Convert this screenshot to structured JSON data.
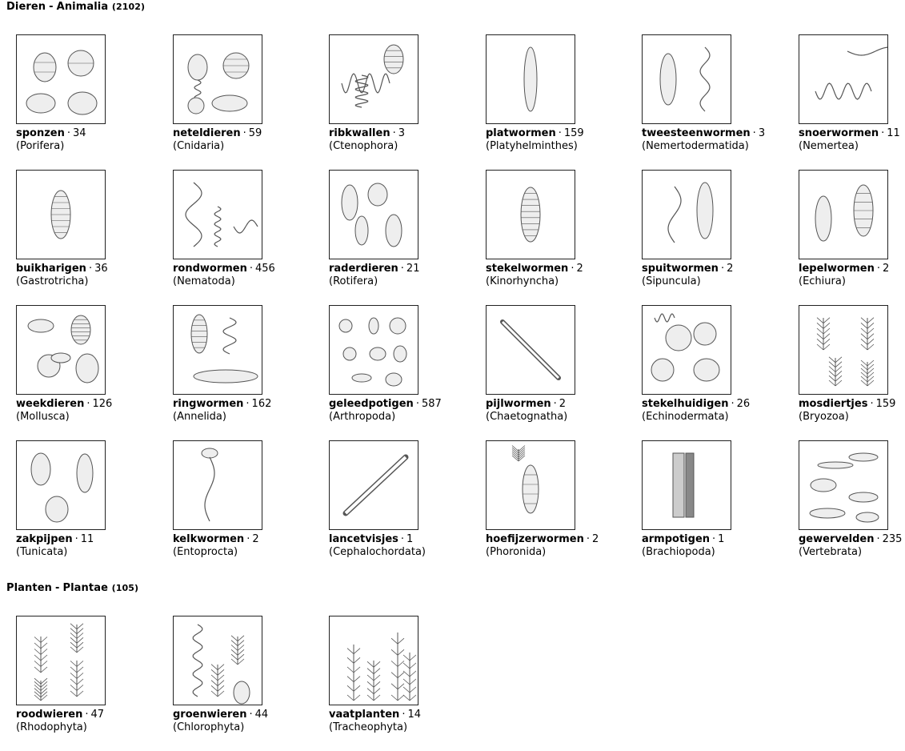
{
  "sections": [
    {
      "id": "animalia",
      "title_nl": "Dieren",
      "separator": "-",
      "title_latin": "Animalia",
      "count": "(2102)",
      "items": [
        {
          "name": "sponzen",
          "count": "34",
          "sci": "(Porifera)",
          "icon": "sponges-illustration"
        },
        {
          "name": "neteldieren",
          "count": "59",
          "sci": "(Cnidaria)",
          "icon": "cnidaria-illustration"
        },
        {
          "name": "ribkwallen",
          "count": "3",
          "sci": "(Ctenophora)",
          "icon": "comb-jelly-illustration"
        },
        {
          "name": "platwormen",
          "count": "159",
          "sci": "(Platyhelminthes)",
          "icon": "flatworm-illustration"
        },
        {
          "name": "tweesteenwormen",
          "count": "3",
          "sci": "(Nemertodermatida)",
          "icon": "nemertodermatida-illustration"
        },
        {
          "name": "snoerwormen",
          "count": "11",
          "sci": "(Nemertea)",
          "icon": "ribbon-worm-illustration"
        },
        {
          "name": "buikharigen",
          "count": "36",
          "sci": "(Gastrotricha)",
          "icon": "gastrotrich-illustration"
        },
        {
          "name": "rondwormen",
          "count": "456",
          "sci": "(Nematoda)",
          "icon": "roundworm-illustration"
        },
        {
          "name": "raderdieren",
          "count": "21",
          "sci": "(Rotifera)",
          "icon": "rotifer-illustration"
        },
        {
          "name": "stekelwormen",
          "count": "2",
          "sci": "(Kinorhyncha)",
          "icon": "kinorhynch-illustration"
        },
        {
          "name": "spuitwormen",
          "count": "2",
          "sci": "(Sipuncula)",
          "icon": "peanut-worm-illustration"
        },
        {
          "name": "lepelwormen",
          "count": "2",
          "sci": "(Echiura)",
          "icon": "spoon-worm-illustration"
        },
        {
          "name": "weekdieren",
          "count": "126",
          "sci": "(Mollusca)",
          "icon": "mollusc-illustration"
        },
        {
          "name": "ringwormen",
          "count": "162",
          "sci": "(Annelida)",
          "icon": "annelid-illustration"
        },
        {
          "name": "geleedpotigen",
          "count": "587",
          "sci": "(Arthropoda)",
          "icon": "arthropod-illustration"
        },
        {
          "name": "pijlwormen",
          "count": "2",
          "sci": "(Chaetognatha)",
          "icon": "arrow-worm-illustration"
        },
        {
          "name": "stekelhuidigen",
          "count": "26",
          "sci": "(Echinodermata)",
          "icon": "echinoderm-illustration"
        },
        {
          "name": "mosdiertjes",
          "count": "159",
          "sci": "(Bryozoa)",
          "icon": "bryozoan-illustration"
        },
        {
          "name": "zakpijpen",
          "count": "11",
          "sci": "(Tunicata)",
          "icon": "tunicate-illustration"
        },
        {
          "name": "kelkwormen",
          "count": "2",
          "sci": "(Entoprocta)",
          "icon": "entoproct-illustration"
        },
        {
          "name": "lancetvisjes",
          "count": "1",
          "sci": "(Cephalochordata)",
          "icon": "lancelet-illustration"
        },
        {
          "name": "hoefijzerwormen",
          "count": "2",
          "sci": "(Phoronida)",
          "icon": "horseshoe-worm-illustration"
        },
        {
          "name": "armpotigen",
          "count": "1",
          "sci": "(Brachiopoda)",
          "icon": "brachiopod-illustration"
        },
        {
          "name": "gewervelden",
          "count": "235",
          "sci": "(Vertebrata)",
          "icon": "vertebrate-illustration"
        }
      ]
    },
    {
      "id": "plantae",
      "title_nl": "Planten",
      "separator": "-",
      "title_latin": "Plantae",
      "count": "(105)",
      "items": [
        {
          "name": "roodwieren",
          "count": "47",
          "sci": "(Rhodophyta)",
          "icon": "red-algae-illustration"
        },
        {
          "name": "groenwieren",
          "count": "44",
          "sci": "(Chlorophyta)",
          "icon": "green-algae-illustration"
        },
        {
          "name": "vaatplanten",
          "count": "14",
          "sci": "(Tracheophyta)",
          "icon": "vascular-plant-illustration"
        }
      ]
    }
  ],
  "dot": "·",
  "colors": {
    "thumb_border": "#222222",
    "sketch": "#555555",
    "background": "#ffffff"
  }
}
